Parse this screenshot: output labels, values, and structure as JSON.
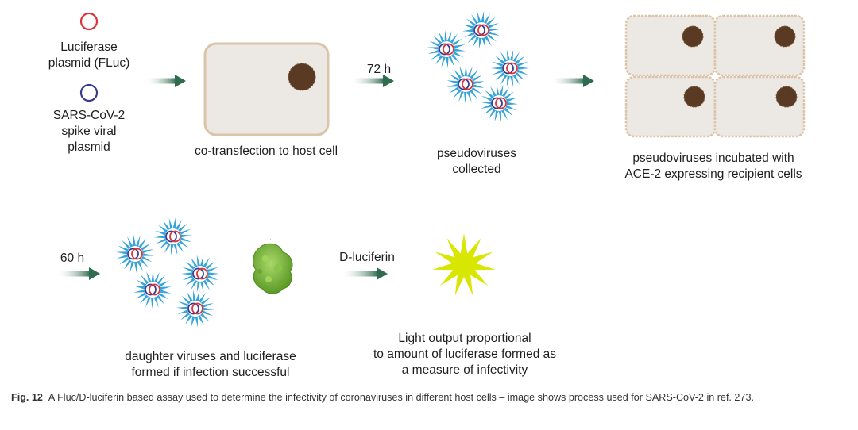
{
  "plasmids": {
    "luciferase_line1": "Luciferase",
    "luciferase_line2": "plasmid (FLuc)",
    "spike_line1": "SARS-CoV-2",
    "spike_line2": "spike viral",
    "spike_line3": "plasmid"
  },
  "steps": {
    "host_cell_label": "co-transfection to host cell",
    "time_72": "72 h",
    "pseudo_line1": "pseudoviruses",
    "pseudo_line2": "collected",
    "recipient_line1": "pseudoviruses incubated with",
    "recipient_line2": "ACE-2 expressing recipient cells",
    "time_60": "60 h",
    "daughter_line1": "daughter viruses and luciferase",
    "daughter_line2": "formed if infection successful",
    "substrate": "D-luciferin",
    "light_line1": "Light output proportional",
    "light_line2": "to amount of luciferase formed as",
    "light_line3": "a measure of infectivity"
  },
  "caption": {
    "label": "Fig. 12",
    "text": "A Fluc/D-luciferin based assay used to determine the infectivity of coronaviruses in different host cells – image shows process used for SARS-CoV-2 in ref. 273."
  },
  "colors": {
    "luciferase_ring": "#d9353b",
    "spike_ring": "#3a3a8c",
    "cell_fill": "#ece8e3",
    "cell_border": "#dcc4a8",
    "nucleus": "#5a3a22",
    "virus_spikes": "#35a4d8",
    "arrow": "#2f6b4f",
    "light": "#d8e600",
    "protein": "#7cbf3a"
  }
}
